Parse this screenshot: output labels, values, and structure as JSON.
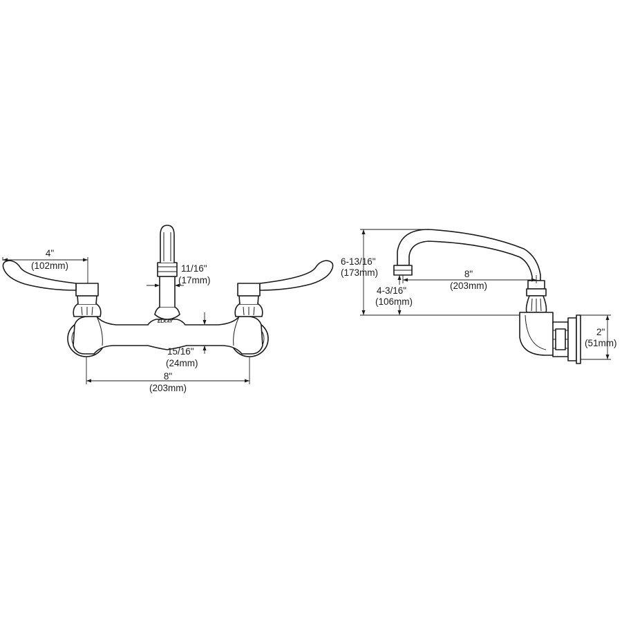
{
  "front_view": {
    "brand_mark": "ELKAY",
    "dims": {
      "handle_length": {
        "in": "4\"",
        "mm": "(102mm)"
      },
      "spout_diameter": {
        "in": "11/16\"",
        "mm": "(17mm)"
      },
      "body_height": {
        "in": "15/16\"",
        "mm": "(24mm)"
      },
      "center_spacing": {
        "in": "8\"",
        "mm": "(203mm)"
      }
    }
  },
  "side_view": {
    "dims": {
      "spout_height": {
        "in": "6-13/16\"",
        "mm": "(173mm)"
      },
      "outlet_height": {
        "in": "4-3/16\"",
        "mm": "(106mm)"
      },
      "spout_reach": {
        "in": "8\"",
        "mm": "(203mm)"
      },
      "inlet_height": {
        "in": "2\"",
        "mm": "(51mm)"
      }
    }
  }
}
